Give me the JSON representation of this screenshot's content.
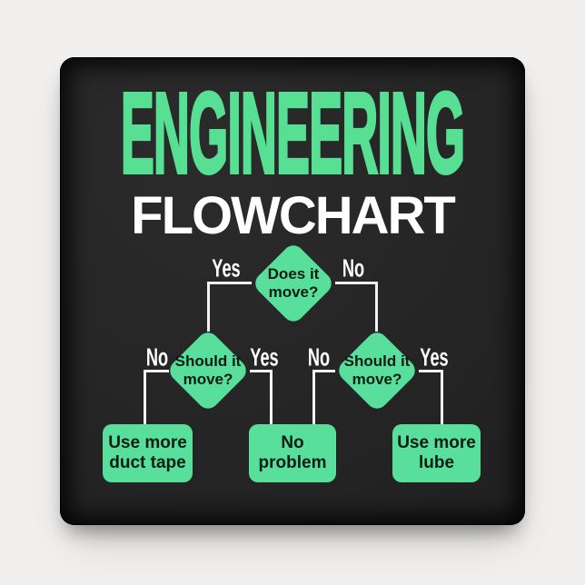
{
  "poster": {
    "title": "ENGINEERING",
    "subtitle": "FLOWCHART"
  },
  "flowchart": {
    "q_root": {
      "text": "Does it move?",
      "yes": "Yes",
      "no": "No"
    },
    "q_left": {
      "text": "Should it move?",
      "no": "No",
      "yes": "Yes"
    },
    "q_right": {
      "text": "Should it move?",
      "no": "No",
      "yes": "Yes"
    },
    "outcome_left": "Use more duct tape",
    "outcome_middle": "No problem",
    "outcome_right": "Use more lube"
  },
  "colors": {
    "page_bg": "#f0efed",
    "tile": "#242424",
    "title_green": "#57e094",
    "shape_green": "#57df9b",
    "subtitle_white": "#ffffff",
    "line": "#f2f2f2",
    "node_text": "#0c1c14"
  }
}
